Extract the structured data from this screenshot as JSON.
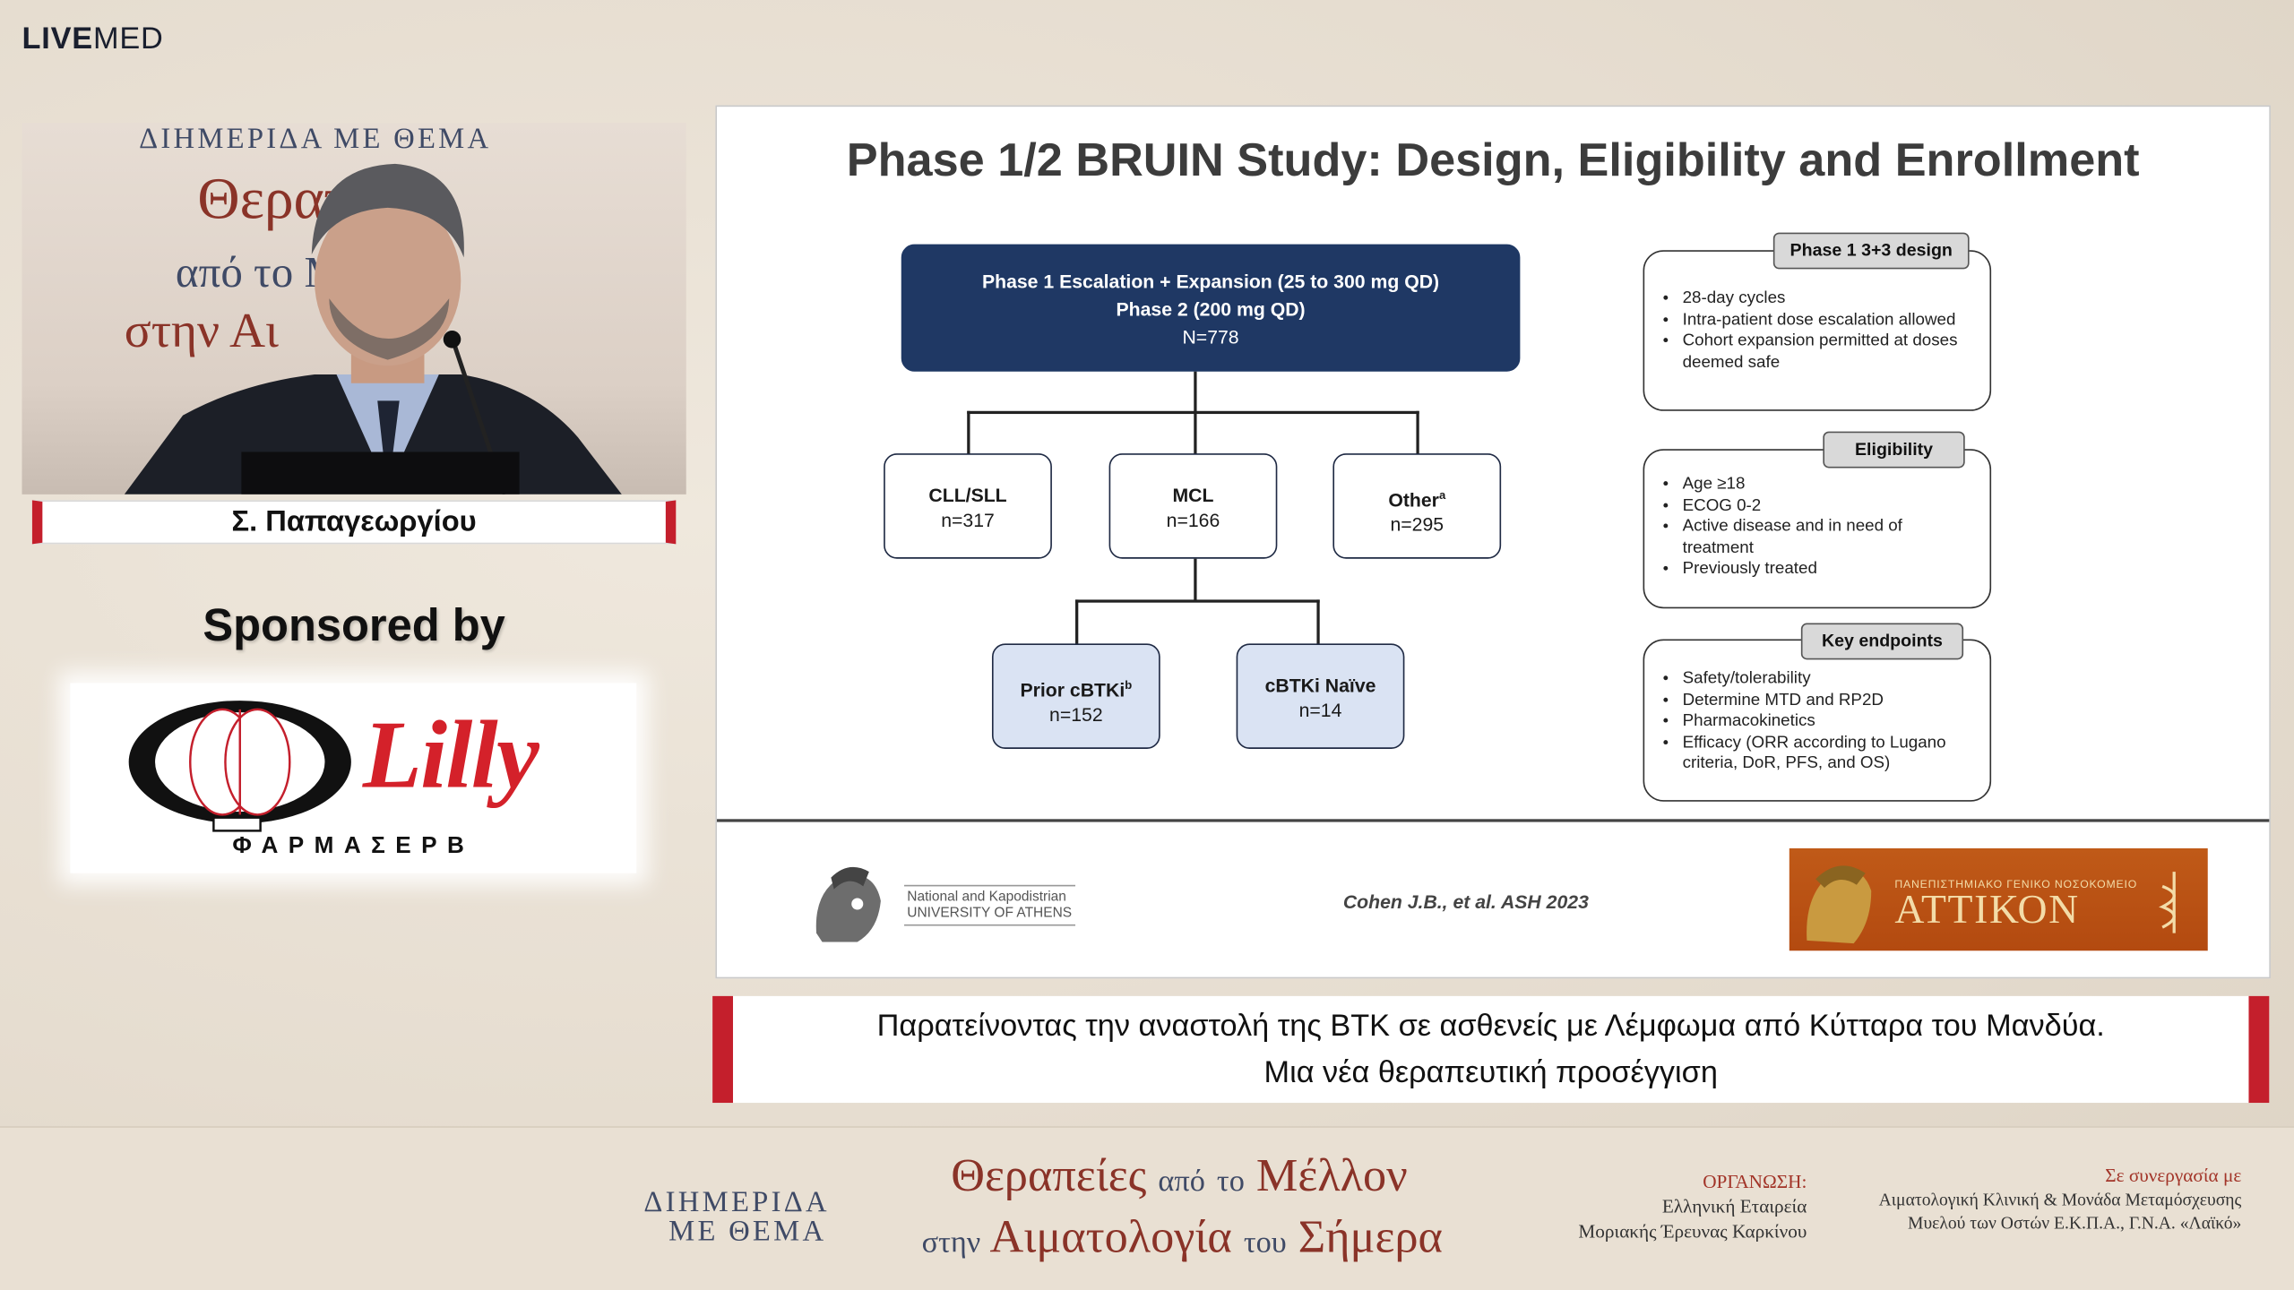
{
  "brand": {
    "bold": "LIVE",
    "light": "MED"
  },
  "video": {
    "backdrop_line1": "ΔΙΗΜΕΡΙΔΑ ΜΕ ΘΕΜΑ",
    "backdrop_line2": "Θεραπ",
    "backdrop_line3": "από το Μ",
    "backdrop_line4": "στην Αι"
  },
  "speaker": {
    "name": "Σ. Παπαγεωργίου"
  },
  "sponsor": {
    "heading": "Sponsored by",
    "logo_text": "ΦΑΡΜΑΣΕΡΒ",
    "brand_mark": "Lilly"
  },
  "slide": {
    "title": "Phase 1/2 BRUIN Study: Design, Eligibility and Enrollment",
    "main": {
      "line1": "Phase 1 Escalation + Expansion (25 to 300 mg QD)",
      "line2": "Phase 2 (200 mg QD)",
      "line3": "N=778"
    },
    "arms": [
      {
        "label": "CLL/SLL",
        "n": "n=317"
      },
      {
        "label": "MCL",
        "n": "n=166"
      },
      {
        "label": "Other",
        "sup": "a",
        "n": "n=295"
      }
    ],
    "subarms": [
      {
        "label": "Prior cBTKi",
        "sup": "b",
        "n": "n=152"
      },
      {
        "label": "cBTKi Naïve",
        "n": "n=14"
      }
    ],
    "panels": [
      {
        "title": "Phase 1 3+3 design",
        "items": [
          "28-day cycles",
          "Intra-patient dose escalation allowed",
          "Cohort expansion permitted at doses deemed safe"
        ]
      },
      {
        "title": "Eligibility",
        "items": [
          "Age ≥18",
          "ECOG 0-2",
          "Active disease and in need of treatment",
          "Previously treated"
        ]
      },
      {
        "title": "Key endpoints",
        "items": [
          "Safety/tolerability",
          "Determine MTD and RP2D",
          "Pharmacokinetics",
          "Efficacy (ORR according to Lugano criteria, DoR, PFS, and OS)"
        ]
      }
    ],
    "footer": {
      "university_line1": "National and Kapodistrian",
      "university_line2": "UNIVERSITY OF ATHENS",
      "citation": "Cohen J.B., et al. ASH 2023",
      "hospital_line1": "ΠΑΝΕΠΙΣΤΗΜΙΑΚΟ ΓΕΝΙΚΟ ΝΟΣΟΚΟΜΕΙΟ",
      "hospital_line2": "ΑΤΤΙΚΟΝ"
    }
  },
  "caption": {
    "line1": "Παρατείνοντας την αναστολή της BTK σε ασθενείς με Λέμφωμα από Κύτταρα του Μανδύα.",
    "line2": "Μια νέα θεραπευτική προσέγγιση"
  },
  "event": {
    "label_line1": "ΔΙΗΜΕΡΙΔΑ",
    "label_line2": "ΜΕ ΘΕΜΑ",
    "title1_a": "Θεραπείες",
    "title1_b": "από",
    "title1_c": "το",
    "title1_d": "Μέλλον",
    "title2_a": "στην",
    "title2_b": "Αιματολογία",
    "title2_c": "του",
    "title2_d": "Σήμερα",
    "organizer_heading": "ΟΡΓΑΝΩΣΗ:",
    "organizer_line1": "Ελληνική Εταιρεία",
    "organizer_line2": "Μοριακής Έρευνας Καρκίνου",
    "coop_heading": "Σε συνεργασία με",
    "coop_line1": "Αιματολογική Κλινική & Μονάδα Μεταμόσχευσης",
    "coop_line2": "Μυελού των Οστών Ε.Κ.Π.Α., Γ.Ν.Α. «Λαϊκό»"
  },
  "colors": {
    "accent_red": "#c41f2c",
    "navy": "#1f3864",
    "burgundy": "#8a3328",
    "light_blue": "#dae3f3"
  }
}
